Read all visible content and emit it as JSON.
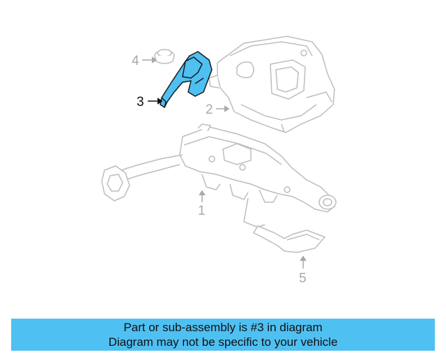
{
  "colors": {
    "highlight_fill": "#4fc0f2",
    "line_grey": "#bdbdbd",
    "callout_active": "#111111",
    "callout_grey": "#a9a9a9",
    "banner_background": "#4fc0f2",
    "banner_text": "#111111"
  },
  "callouts": [
    {
      "number": "1",
      "highlighted": false
    },
    {
      "number": "2",
      "highlighted": false
    },
    {
      "number": "3",
      "highlighted": true
    },
    {
      "number": "4",
      "highlighted": false
    },
    {
      "number": "5",
      "highlighted": false
    }
  ],
  "banner": {
    "line1": "Part or sub-assembly is #3 in diagram",
    "line2": "Diagram may not be specific to your vehicle"
  }
}
